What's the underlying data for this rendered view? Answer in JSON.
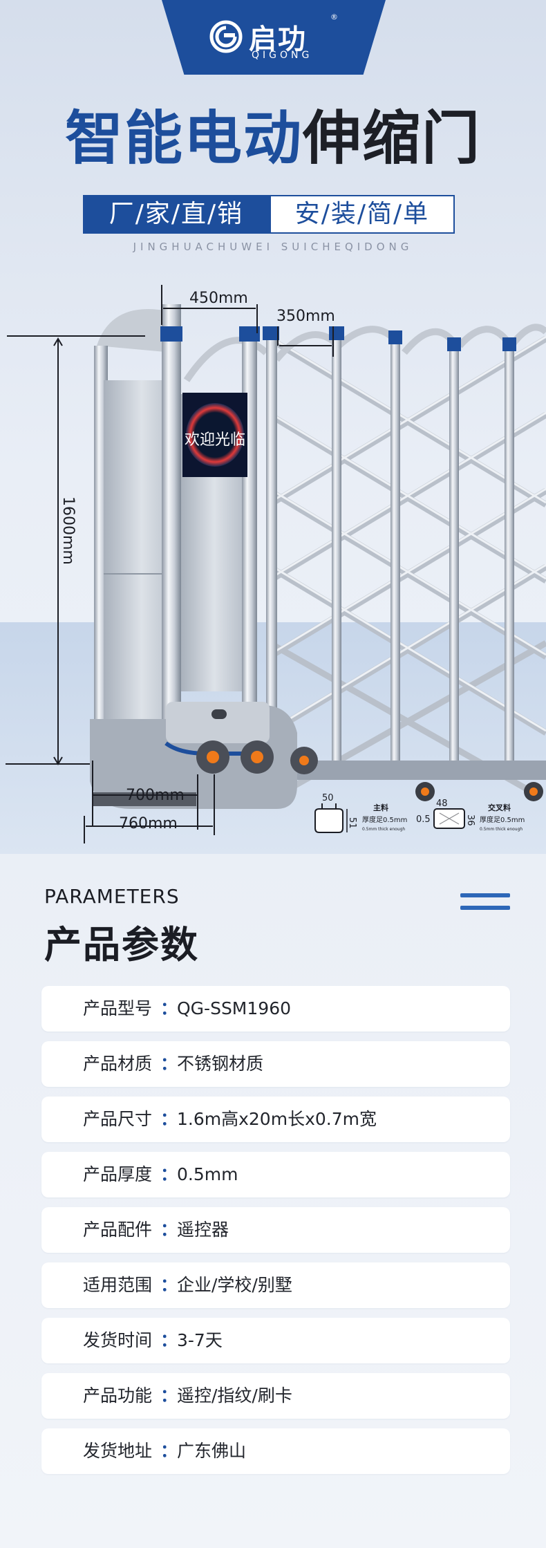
{
  "brand": {
    "name_cn": "启功",
    "name_en": "QIGONG",
    "registered_mark": "®",
    "logo_icon": "power-circle-icon"
  },
  "headline": {
    "part_blue": "智能电动",
    "part_dark": "伸缩门",
    "slogan_left": "厂/家/直/销",
    "slogan_right": "安/装/简/单",
    "pinyin": "JINGHUACHUWEI SUICHEQIDONG"
  },
  "gate": {
    "screen_text": "欢迎光临",
    "dimensions": {
      "top_width": "450mm",
      "spacing": "350mm",
      "height": "1600mm",
      "base_inner": "700mm",
      "base_outer": "760mm"
    },
    "profile_main": {
      "name": "主料",
      "thickness": "厚度足0.5mm",
      "note": "0.5mm thick enough",
      "width": "50",
      "height": "51"
    },
    "profile_cross": {
      "name": "交叉料",
      "thickness": "厚度足0.5mm",
      "note": "0.5mm thick enough",
      "width": "48",
      "height": "36",
      "wall": "0.5"
    }
  },
  "params": {
    "title_en": "PARAMETERS",
    "title_cn": "产品参数",
    "colon": "：",
    "rows": [
      {
        "label": "产品型号",
        "value": "QG-SSM1960"
      },
      {
        "label": "产品材质",
        "value": "不锈钢材质"
      },
      {
        "label": "产品尺寸",
        "value": "1.6m高x20m长x0.7m宽"
      },
      {
        "label": "产品厚度",
        "value": "0.5mm"
      },
      {
        "label": "产品配件",
        "value": "遥控器"
      },
      {
        "label": "适用范围",
        "value": "企业/学校/别墅"
      },
      {
        "label": "发货时间",
        "value": "3-7天"
      },
      {
        "label": "产品功能",
        "value": "遥控/指纹/刷卡"
      },
      {
        "label": "发货地址",
        "value": "广东佛山"
      }
    ]
  },
  "colors": {
    "brand_blue": "#1d4e9c",
    "accent_blue": "#2d67b8",
    "dark_text": "#1d1f26"
  }
}
